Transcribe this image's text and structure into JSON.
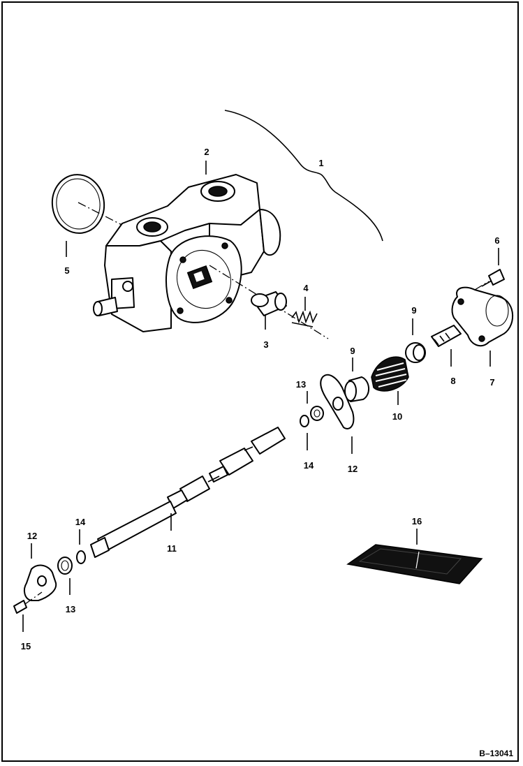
{
  "diagram": {
    "figure_ref": "B–13041",
    "callouts": {
      "c1": "1",
      "c2": "2",
      "c3": "3",
      "c4": "4",
      "c5": "5",
      "c6": "6",
      "c7": "7",
      "c8": "8",
      "c9a": "9",
      "c9b": "9",
      "c10": "10",
      "c11": "11",
      "c12a": "12",
      "c12b": "12",
      "c13a": "13",
      "c13b": "13",
      "c14a": "14",
      "c14b": "14",
      "c15": "15",
      "c16": "16"
    }
  }
}
